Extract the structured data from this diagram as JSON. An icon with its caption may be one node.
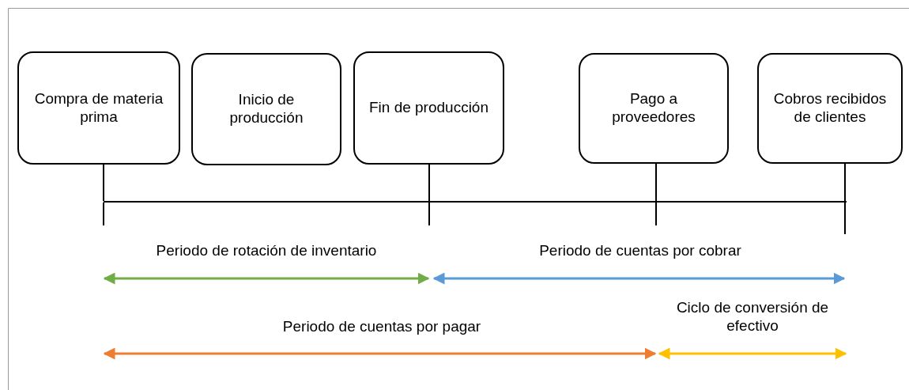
{
  "diagram": {
    "nodes": [
      {
        "text": [
          "Compra de materia prima"
        ]
      },
      {
        "text": [
          "Inicio de producción"
        ]
      },
      {
        "text": [
          "Fin de producción"
        ]
      },
      {
        "text": [
          "Pago a proveedores"
        ]
      },
      {
        "text": [
          "Cobros recibidos de clientes"
        ]
      },
      {
        "text": [],
        "shape": "bar"
      }
    ],
    "edges": [
      {
        "from": 0,
        "to": 5,
        "arrow": "none"
      },
      {
        "from": 2,
        "to": 5,
        "arrow": "none"
      },
      {
        "from": 3,
        "to": 5,
        "arrow": "none"
      },
      {
        "from": 4,
        "to": 5,
        "arrow": "none"
      }
    ],
    "labels": [
      "Periodo de rotación de inventario",
      "Periodo de cuentas por cobrar",
      "Ciclo de conversión de efectivo",
      "Periodo de cuentas por pagar"
    ]
  }
}
